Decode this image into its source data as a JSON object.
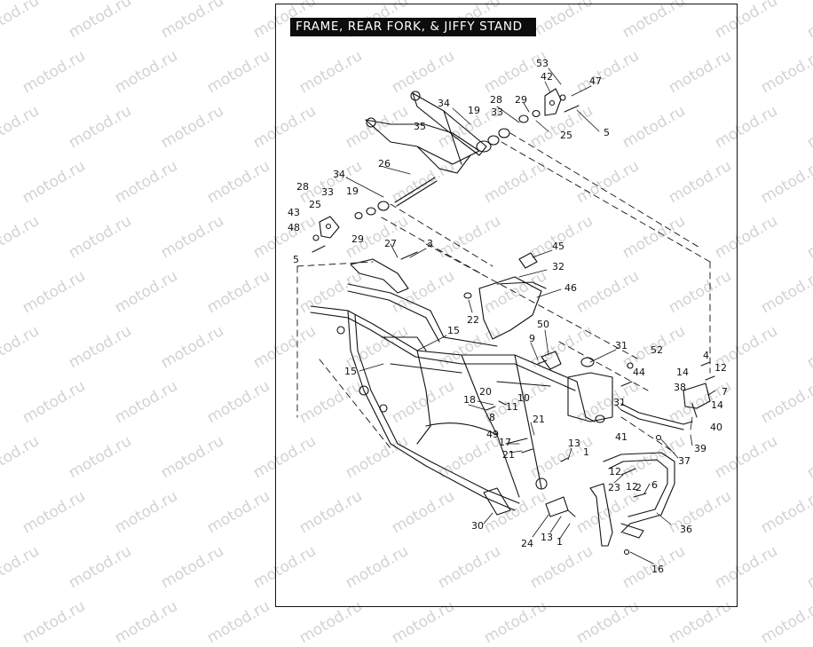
{
  "title": "FRAME, REAR FORK, & JIFFY STAND",
  "watermark": {
    "text": "motod.ru",
    "color": "#d2d2d2"
  },
  "colors": {
    "ink": "#111111",
    "banner_bg": "#0d0d0d",
    "banner_text": "#ffffff"
  },
  "callouts": [
    "53",
    "47",
    "42",
    "28",
    "29",
    "34",
    "19",
    "33",
    "35",
    "25",
    "5",
    "26",
    "34",
    "28",
    "33",
    "19",
    "25",
    "43",
    "48",
    "29",
    "5",
    "27",
    "3",
    "45",
    "32",
    "46",
    "22",
    "50",
    "15",
    "9",
    "31",
    "52",
    "4",
    "15",
    "44",
    "14",
    "12",
    "38",
    "7",
    "20",
    "11",
    "10",
    "18",
    "8",
    "21",
    "31",
    "14",
    "40",
    "49",
    "17",
    "21",
    "41",
    "39",
    "13",
    "1",
    "37",
    "12",
    "2",
    "23",
    "12",
    "6",
    "30",
    "36",
    "24",
    "13",
    "1",
    "16"
  ]
}
